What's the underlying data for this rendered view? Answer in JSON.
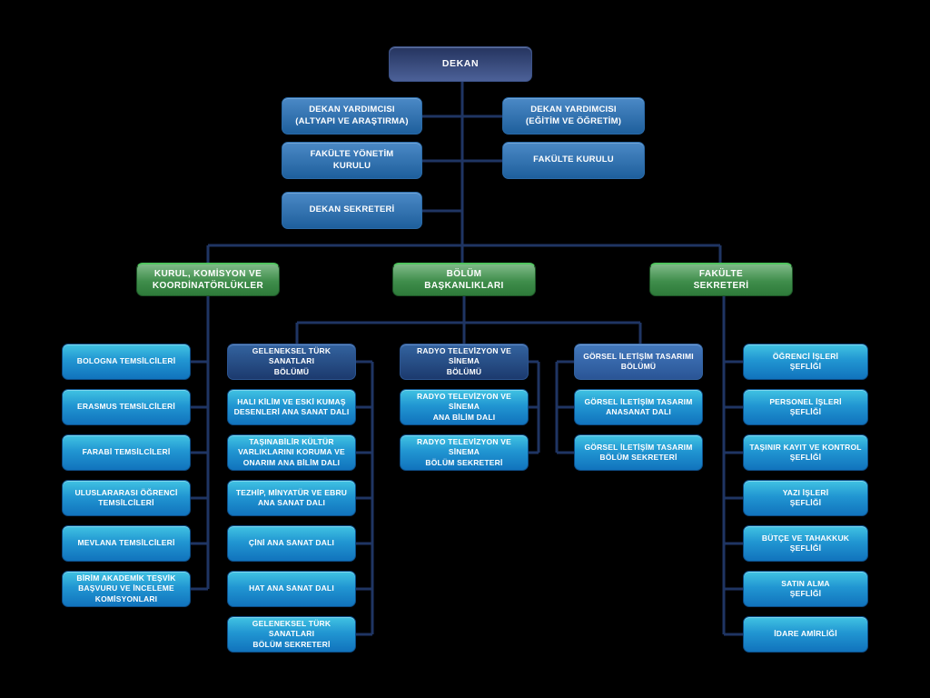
{
  "org": {
    "root": "DEKAN",
    "level2": {
      "left": [
        "DEKAN YARDIMCISI\n(ALTYAPI VE ARAŞTIRMA)",
        "FAKÜLTE YÖNETİM\nKURULU",
        "DEKAN SEKRETERİ"
      ],
      "right": [
        "DEKAN YARDIMCISI\n(EĞİTİM VE ÖĞRETİM)",
        "FAKÜLTE KURULU"
      ]
    },
    "groups": [
      "KURUL, KOMİSYON VE\nKOORDİNATÖRLÜKLER",
      "BÖLÜM\nBAŞKANLIKLARI",
      "FAKÜLTE\nSEKRETERİ"
    ],
    "columns": {
      "kurul": [
        "BOLOGNA TEMSİLCİLERİ",
        "ERASMUS TEMSİLCİLERİ",
        "FARABİ TEMSİLCİLERİ",
        "ULUSLARARASI ÖĞRENCİ\nTEMSİLCİLERİ",
        "MEVLANA TEMSİLCİLERİ",
        "BİRİM AKADEMİK TEŞVİK\nBAŞVURU VE İNCELEME\nKOMİSYONLARI"
      ],
      "geleneksel": [
        "GELENEKSEL TÜRK SANATLARI\nBÖLÜMÜ",
        "HALI KİLİM VE ESKİ KUMAŞ\nDESENLERİ ANA SANAT DALI",
        "TAŞINABİLİR KÜLTÜR\nVARLIKLARINI KORUMA VE\nONARIM ANA BİLİM DALI",
        "TEZHİP, MİNYATÜR VE EBRU\nANA SANAT DALI",
        "ÇİNİ ANA SANAT DALI",
        "HAT ANA SANAT DALI",
        "GELENEKSEL TÜRK SANATLARI\nBÖLÜM SEKRETERİ"
      ],
      "radyo": [
        "RADYO TELEVİZYON VE SİNEMA\nBÖLÜMÜ",
        "RADYO TELEVİZYON VE SİNEMA\nANA BİLİM DALI",
        "RADYO TELEVİZYON VE SİNEMA\nBÖLÜM SEKRETERİ"
      ],
      "gorsel": [
        "GÖRSEL İLETİŞİM TASARIMI\nBÖLÜMÜ",
        "GÖRSEL İLETİŞİM TASARIM\nANASANAT DALI",
        "GÖRSEL İLETİŞİM TASARIM\nBÖLÜM SEKRETERİ"
      ],
      "sekreterlik": [
        "ÖĞRENCİ İŞLERİ\nŞEFLİĞİ",
        "PERSONEL İŞLERİ\nŞEFLİĞİ",
        "TAŞINIR KAYIT VE KONTROL\nŞEFLİĞİ",
        "YAZI İŞLERİ\nŞEFLİĞİ",
        "BÜTÇE VE TAHAKKUK\nŞEFLİĞİ",
        "SATIN ALMA\nŞEFLİĞİ",
        "İDARE AMİRLİĞİ"
      ]
    },
    "colors": {
      "background": "#000000",
      "connector": "#1f3563",
      "text": "#ffffff",
      "root_box_top": "#25345f",
      "root_box_bottom": "#4c6198",
      "level2_box_top": "#4b89c6",
      "level2_box_bottom": "#1e5f9c",
      "dark_department_top": "#33639f",
      "dark_department_bottom": "#1c3a6e",
      "medium_department_top": "#4379bd",
      "medium_department_bottom": "#2a5596",
      "unit_box_top": "#41c3e3",
      "unit_box_bottom": "#1173bd",
      "group_box_top": "#7fba88",
      "group_box_bottom": "#2d7a39",
      "group_top_border": "#4fc45e"
    }
  }
}
